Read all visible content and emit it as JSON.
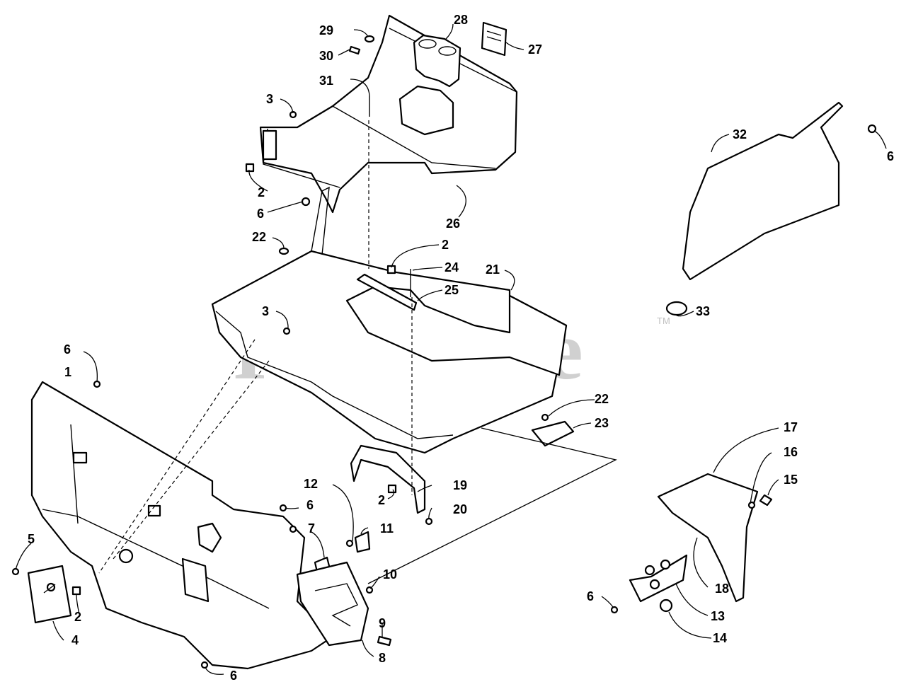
{
  "watermark": {
    "text": "PartsTree",
    "trademark": "TM"
  },
  "callouts": {
    "c1": "1",
    "c2a": "2",
    "c2b": "2",
    "c2c": "2",
    "c2d": "2",
    "c3a": "3",
    "c3b": "3",
    "c4": "4",
    "c5": "5",
    "c6a": "6",
    "c6b": "6",
    "c6c": "6",
    "c6d": "6",
    "c6e": "6",
    "c6f": "6",
    "c7": "7",
    "c8": "8",
    "c9": "9",
    "c10": "10",
    "c11": "11",
    "c12": "12",
    "c13": "13",
    "c14": "14",
    "c15": "15",
    "c16": "16",
    "c17": "17",
    "c18": "18",
    "c19": "19",
    "c20": "20",
    "c21": "21",
    "c22a": "22",
    "c22b": "22",
    "c23": "23",
    "c24": "24",
    "c25": "25",
    "c26": "26",
    "c27": "27",
    "c28": "28",
    "c29": "29",
    "c30": "30",
    "c31": "31",
    "c32": "32",
    "c33": "33"
  }
}
